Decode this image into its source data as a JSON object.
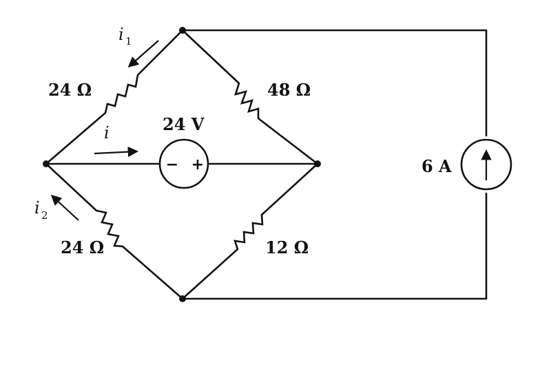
{
  "circuit": {
    "r_top_left": "24 Ω",
    "r_top_right": "48 Ω",
    "r_bottom_left": "24 Ω",
    "r_bottom_right": "12 Ω",
    "voltage_source": "24 V",
    "voltage_minus": "−",
    "voltage_plus": "+",
    "current_source": "6 A",
    "current_i": "i",
    "current_i1": "i",
    "current_i1_sub": "1",
    "current_i2": "i",
    "current_i2_sub": "2"
  }
}
